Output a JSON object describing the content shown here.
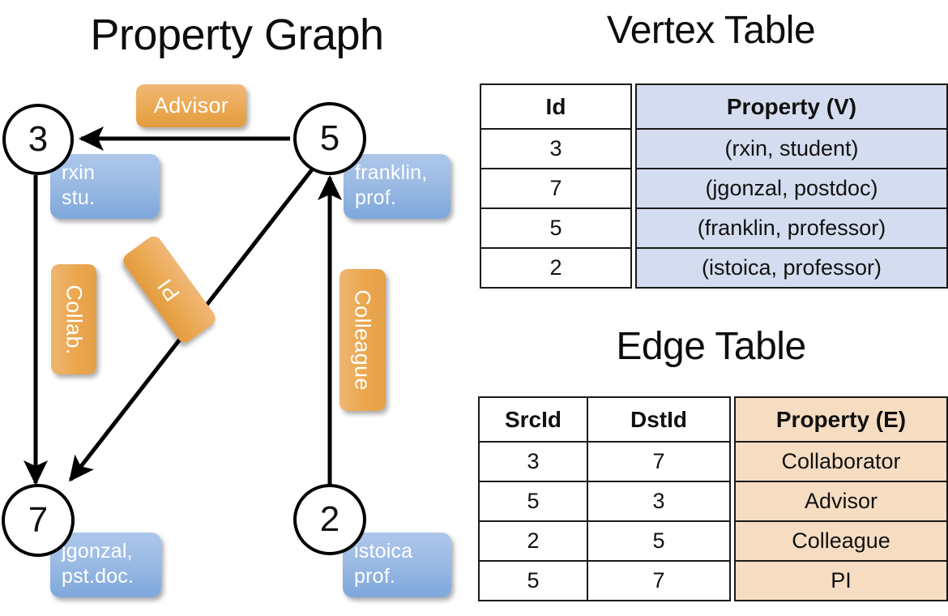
{
  "titles": {
    "property_graph": "Property Graph",
    "vertex_table": "Vertex Table",
    "edge_table": "Edge Table"
  },
  "colors": {
    "vertex_property_fill": "#d3ddef",
    "edge_property_fill": "#f6ddc2",
    "node_bubble_blue": "#9cbbe4",
    "edge_label_orange": "#eaa850",
    "stroke": "#000000",
    "background": "#ffffff"
  },
  "graph": {
    "nodes": [
      {
        "id": "3",
        "property_line1": "rxin",
        "property_line2": "stu."
      },
      {
        "id": "5",
        "property_line1": "franklin,",
        "property_line2": "prof."
      },
      {
        "id": "7",
        "property_line1": "jgonzal,",
        "property_line2": "pst.doc."
      },
      {
        "id": "2",
        "property_line1": "istoica",
        "property_line2": "prof."
      }
    ],
    "edge_labels": [
      {
        "name": "advisor",
        "text": "Advisor",
        "orientation": "horizontal"
      },
      {
        "name": "collab",
        "text": "Collab.",
        "orientation": "vertical"
      },
      {
        "name": "pi",
        "text": "PI",
        "orientation": "rotated"
      },
      {
        "name": "colleague",
        "text": "Colleague",
        "orientation": "vertical"
      }
    ],
    "edges": [
      {
        "src": "5",
        "dst": "3",
        "label": "Advisor"
      },
      {
        "src": "3",
        "dst": "7",
        "label": "Collab."
      },
      {
        "src": "5",
        "dst": "7",
        "label": "PI"
      },
      {
        "src": "2",
        "dst": "5",
        "label": "Colleague"
      }
    ]
  },
  "vertex_table": {
    "headers": [
      "Id",
      "Property (V)"
    ],
    "rows": [
      {
        "id": "3",
        "property": "(rxin, student)"
      },
      {
        "id": "7",
        "property": "(jgonzal, postdoc)"
      },
      {
        "id": "5",
        "property": "(franklin, professor)"
      },
      {
        "id": "2",
        "property": "(istoica, professor)"
      }
    ]
  },
  "edge_table": {
    "headers": [
      "SrcId",
      "DstId",
      "Property (E)"
    ],
    "rows": [
      {
        "src": "3",
        "dst": "7",
        "property": "Collaborator"
      },
      {
        "src": "5",
        "dst": "3",
        "property": "Advisor"
      },
      {
        "src": "2",
        "dst": "5",
        "property": "Colleague"
      },
      {
        "src": "5",
        "dst": "7",
        "property": "PI"
      }
    ]
  }
}
